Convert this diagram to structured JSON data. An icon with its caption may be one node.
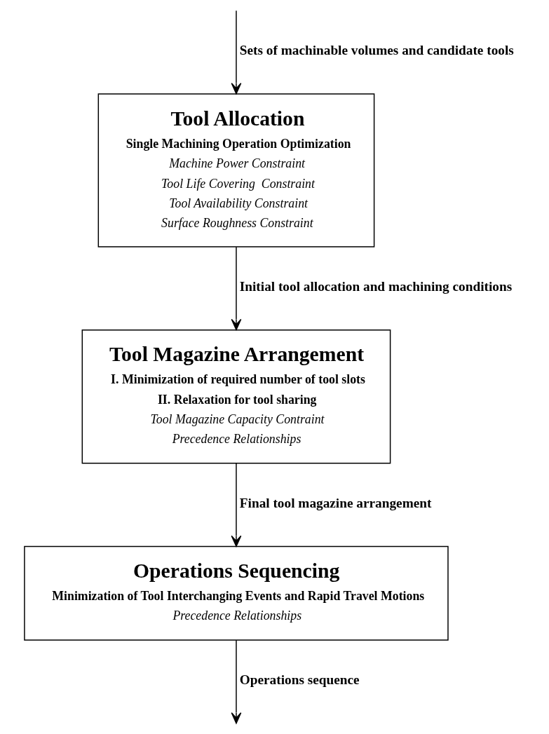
{
  "diagram": {
    "nodes": [
      {
        "text": [
          "Tool Allocation",
          "Single Machining Operation Optimization",
          "Machine Power Constraint",
          "Tool Life Covering  Constraint",
          "Tool Availability Constraint",
          "Surface Roughness Constraint"
        ]
      },
      {
        "text": [
          "Tool Magazine Arrangement",
          "I. Minimization of required number of tool slots",
          "II. Relaxation for tool sharing",
          "Tool Magazine Capacity Contraint",
          "Precedence Relationships"
        ]
      },
      {
        "text": [
          "Operations Sequencing",
          "Minimization of Tool Interchanging Events and Rapid Travel Motions",
          "Precedence Relationships"
        ]
      }
    ],
    "edges": [
      {
        "from": null,
        "to": 0,
        "arrow": "to",
        "label": "Sets of machinable volumes and candidate tools"
      },
      {
        "from": 0,
        "to": 1,
        "arrow": "to",
        "label": "Initial tool allocation and machining conditions"
      },
      {
        "from": 1,
        "to": 2,
        "arrow": "to",
        "label": "Final tool magazine arrangement"
      },
      {
        "from": 2,
        "to": null,
        "arrow": "to",
        "label": "Operations sequence"
      }
    ]
  }
}
